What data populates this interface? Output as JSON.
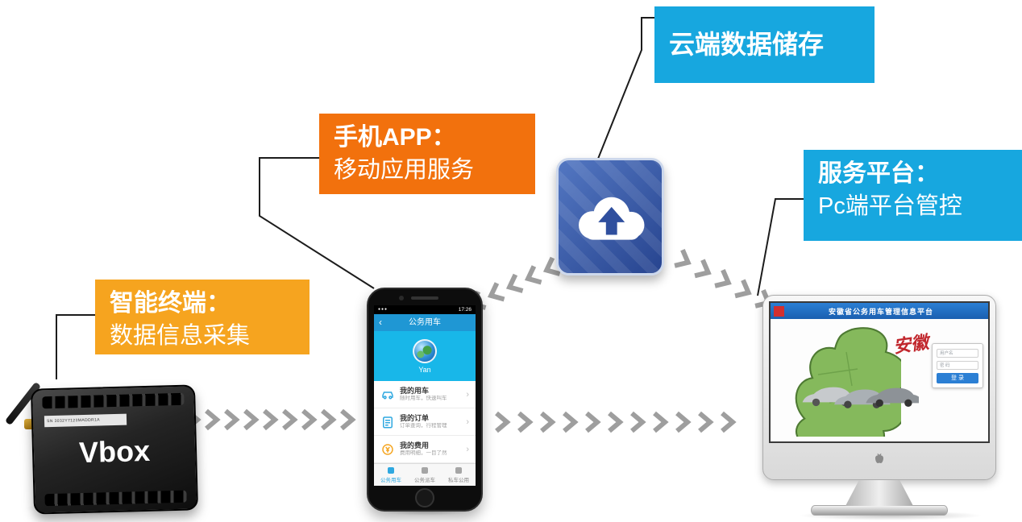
{
  "callouts": {
    "terminal": {
      "title": "智能终端：",
      "subtitle": "数据信息采集"
    },
    "app": {
      "title": "手机APP：",
      "subtitle": "移动应用服务"
    },
    "cloud": {
      "title": "云端数据储存"
    },
    "platform": {
      "title": "服务平台：",
      "subtitle": "Pc端平台管控"
    }
  },
  "vbox": {
    "brand": "Vbox",
    "serial": "SN 3032Y7123MADDR1A"
  },
  "phone": {
    "status_time": "17:26",
    "nav_title": "公务用车",
    "user_name": "Yan",
    "menu": [
      {
        "title": "我的用车",
        "subtitle": "随时用车，快速叫车"
      },
      {
        "title": "我的订单",
        "subtitle": "订单查询，行程管理"
      },
      {
        "title": "我的费用",
        "subtitle": "费用明细，一目了然"
      }
    ],
    "tabs": [
      {
        "label": "公务用车"
      },
      {
        "label": "公务派车"
      },
      {
        "label": "私车公用"
      }
    ]
  },
  "computer": {
    "site_title": "安徽省公务用车管理信息平台",
    "map_caption": "安徽",
    "login": {
      "username": "用户名",
      "password": "密 码",
      "button": "登 录"
    }
  },
  "icons": {
    "signal": "●●●",
    "back": "‹",
    "chevron_right": "›"
  },
  "colors": {
    "orange_light": "#F6A41F",
    "orange_dark": "#F2710D",
    "blue": "#17A7DF",
    "chevron_gray": "#9e9e9e"
  }
}
